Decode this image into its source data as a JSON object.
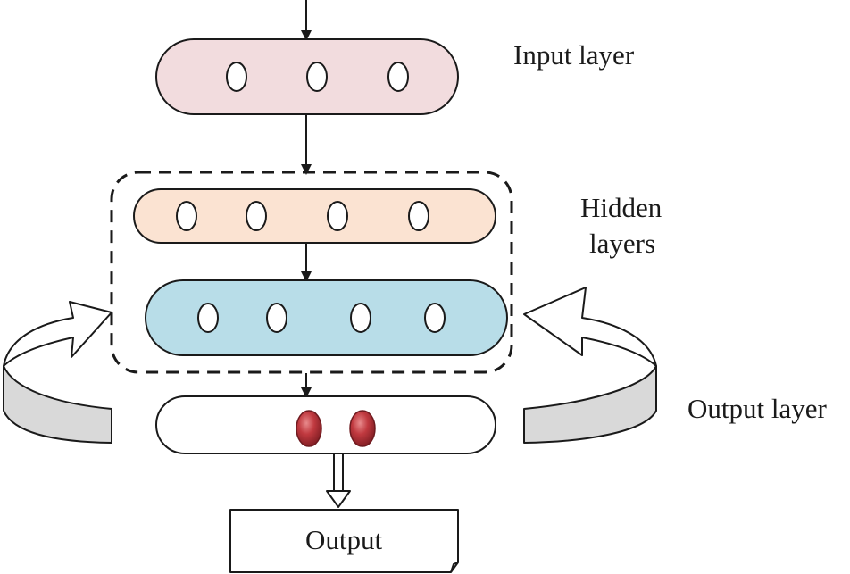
{
  "labels": {
    "input_layer": "Input layer",
    "hidden_layers_line1": "Hidden",
    "hidden_layers_line2": "layers",
    "output_layer": "Output layer",
    "output_box": "Output"
  },
  "colors": {
    "input_fill": "#f2dcde",
    "hidden1_fill": "#fbe3d2",
    "hidden2_fill": "#b8dde8",
    "output_fill": "#ffffff",
    "node_output": "#c0393f",
    "arrow_gray": "#d9d9d9",
    "stroke": "#1a1a1a"
  },
  "nodes": {
    "input_count": 3,
    "hidden1_count": 4,
    "hidden2_count": 4,
    "output_count": 2
  }
}
